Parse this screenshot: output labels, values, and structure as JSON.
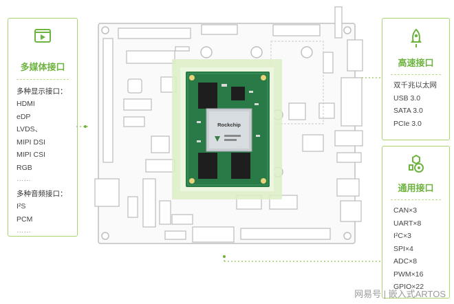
{
  "colors": {
    "accent": "#6db33f",
    "panel_border": "#a9d36b",
    "pcb": "#2a7a48",
    "board_outline": "#bfbfbf"
  },
  "left_panel": {
    "icon": "video-play-icon",
    "title": "多媒体接口",
    "display_heading": "多种显示接口：",
    "display_items": [
      "HDMI",
      "eDP",
      "LVDS、",
      "MIPI DSI",
      "MIPI CSI",
      "RGB"
    ],
    "display_more": "……",
    "audio_heading": "多种音频接口：",
    "audio_items": [
      "I²S",
      "PCM"
    ],
    "audio_more": "……"
  },
  "top_right_panel": {
    "icon": "rocket-icon",
    "title": "高速接口",
    "items": [
      "双千兆以太网",
      "USB 3.0",
      "SATA 3.0",
      "PCIe 3.0"
    ]
  },
  "bottom_right_panel": {
    "icon": "gear-icon",
    "title": "通用接口",
    "items": [
      "CAN×3",
      "UART×8",
      "I²C×3",
      "SPI×4",
      "ADC×8",
      "PWM×16",
      "GPIO×22"
    ]
  },
  "chip_logo": "Rockchip",
  "watermark": "网易号 | 嵌入式ARTOS"
}
